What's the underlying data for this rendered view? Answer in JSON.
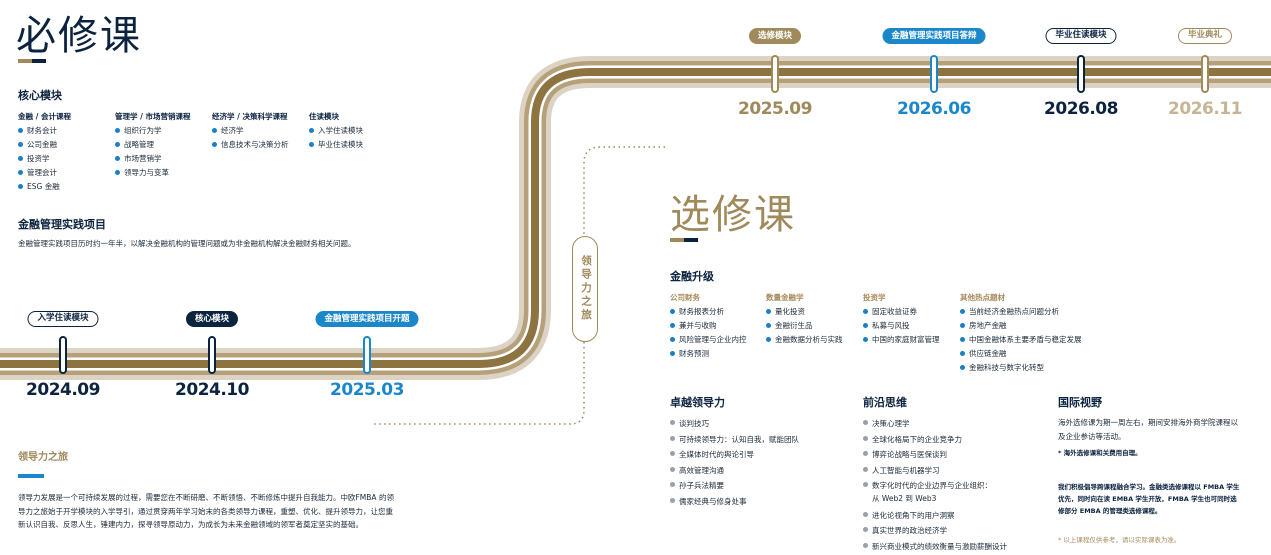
{
  "required": {
    "title": "必修课",
    "core": {
      "heading": "核心模块",
      "columns": [
        {
          "category": "金融 / 会计课程",
          "items": [
            "财务会计",
            "公司金融",
            "投资学",
            "管理会计",
            "ESG 金融"
          ]
        },
        {
          "category": "管理学 / 市场营销课程",
          "items": [
            "组织行为学",
            "战略管理",
            "市场营销学",
            "领导力与变革"
          ]
        },
        {
          "category": "经济学 / 决策科学课程",
          "items": [
            "经济学",
            "信息技术与决策分析"
          ]
        },
        {
          "category": "住读模块",
          "items": [
            "入学住读模块",
            "毕业住读模块"
          ]
        }
      ]
    },
    "project": {
      "heading": "金融管理实践项目",
      "desc": "金融管理实践项目历时约一年半，以解决金融机构的管理问题或为非金融机构解决金融财务相关问题。"
    }
  },
  "timeline": {
    "bottom": [
      {
        "label": "入学住读模块",
        "date": "2024.09"
      },
      {
        "label": "核心模块",
        "date": "2024.10"
      },
      {
        "label": "金融管理实践项目开题",
        "date": "2025.03"
      }
    ],
    "top": [
      {
        "label": "选修模块",
        "date": "2025.09"
      },
      {
        "label": "金融管理实践项目答辩",
        "date": "2026.06"
      },
      {
        "label": "毕业住读模块",
        "date": "2026.08"
      },
      {
        "label": "毕业典礼",
        "date": "2026.11"
      }
    ],
    "journey_badge": "领导力之旅"
  },
  "leadership": {
    "heading": "领导力之旅",
    "desc": "领导力发展是一个可持续发展的过程，需要您在不断研磨、不断领悟、不断修炼中提升自我能力。中欧FMBA 的领导力之旅始于开学模块的入学导引，通过贯穿两年学习始末的各类领导力课程，重塑、优化、提升领导力，让您重新认识自我、反思人生，锤建内力，探寻领导原动力，为成长为未来金融领域的领军者奠定坚实的基础。"
  },
  "elective": {
    "title": "选修课",
    "finance": {
      "heading": "金融升级",
      "columns": [
        {
          "category": "公司财务",
          "items": [
            "财务报表分析",
            "兼并与收购",
            "风险管理与企业内控",
            "财务预测"
          ]
        },
        {
          "category": "数量金融学",
          "items": [
            "量化投资",
            "金融衍生品",
            "金融数据分析与实践"
          ]
        },
        {
          "category": "投资学",
          "items": [
            "固定收益证券",
            "私募与风投",
            "中国的家庭财富管理"
          ]
        },
        {
          "category": "其他热点题材",
          "items": [
            "当前经济金融热点问题分析",
            "房地产金融",
            "中国金融体系主要矛盾与稳定发展",
            "供应链金融",
            "金融科技与数字化转型"
          ]
        }
      ]
    },
    "leadership": {
      "heading": "卓越领导力",
      "items": [
        "谈判技巧",
        "可持续领导力：认知自我，赋能团队",
        "全媒体时代的舆论引导",
        "高效管理沟通",
        "孙子兵法精要",
        "儒家经典与修身处事"
      ]
    },
    "frontier": {
      "heading": "前沿思维",
      "items": [
        "决策心理学",
        "全球化格局下的企业竞争力",
        "博弈论战略与医保谈判",
        "人工智能与机器学习",
        "数字化时代的企业边界与企业组织：",
        "进化论视角下的用户洞察",
        "真实世界的政治经济学",
        "新兴商业模式的绩效衡量与激励薪酬设计"
      ],
      "item_cont": "从 Web2 到 Web3"
    },
    "global": {
      "heading": "国际视野",
      "desc": "海外选修课为期一周左右，期间安排海外商学院课程以及企业参访等活动。",
      "note1": "* 海外选修课和关费用自理。",
      "note2": "我们积极倡导跨课程融合学习。金融类选修课程以 FMBA 学生优先，同时向在读 EMBA 学生开放，FMBA 学生也可同时选修部分 EMBA 的管理类选修课程。",
      "note3": "* 以上课程仅供参考，请以实际课表为准。"
    }
  },
  "colors": {
    "navy": "#0c2340",
    "blue": "#1b87c9",
    "gold": "#a08a5c",
    "road_outer": "#d6cdbf",
    "road_mid": "#b9a37a",
    "road_inner": "#8c7340"
  }
}
